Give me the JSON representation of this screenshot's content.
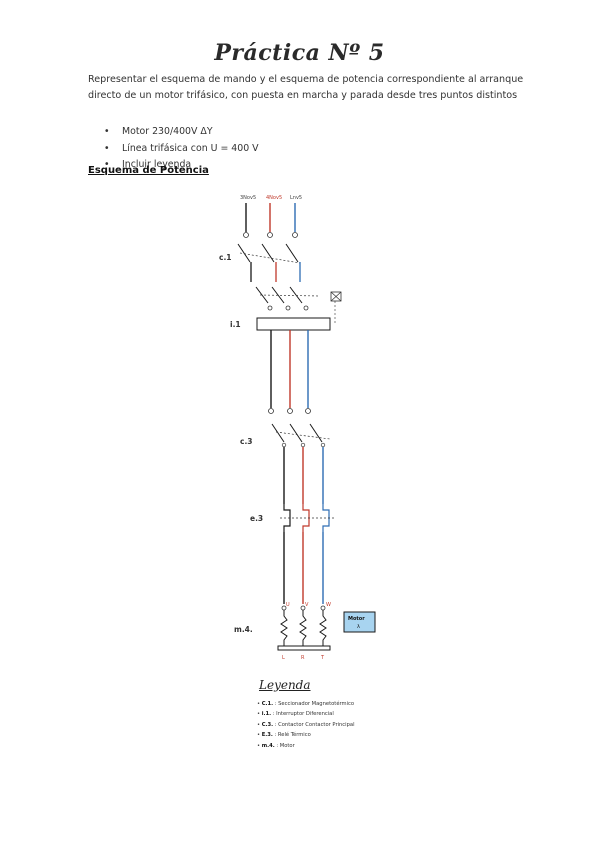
{
  "title": "Práctica Nº 5",
  "intro": "Representar el esquema de mando y el esquema de potencia correspondiente al arranque directo de un motor trifásico, con puesta en marcha y parada desde tres puntos distintos",
  "bullets": [
    "Motor 230/400V ΔY",
    "Línea trifásica con U = 400 V",
    "Incluir leyenda"
  ],
  "section_title": "Esquema de Potencia",
  "diagram": {
    "supply_labels": [
      "3Nov5",
      "4Nov5",
      "Lnv5"
    ],
    "block_labels": {
      "c1": "c.1",
      "i1": "i.1",
      "c3": "c.3",
      "e3": "e.3",
      "m4": "m.4."
    },
    "motor_terminals": [
      "U",
      "V",
      "W"
    ],
    "motor_phases": [
      "L",
      "R",
      "T"
    ],
    "motor_box": [
      "Motor",
      "λ"
    ],
    "colors": {
      "phase1": "#1a1a1a",
      "phase2": "#c0392b",
      "phase3": "#2e6db4",
      "motor_fill": "#a8d4f0"
    }
  },
  "legend": {
    "title": "Leyenda",
    "items": [
      {
        "code": "C.1.",
        "text": ": Seccionador Magnetotérmico"
      },
      {
        "code": "i.1.",
        "text": ": Interruptor Diferencial"
      },
      {
        "code": "C.3.",
        "text": ": Contactor Contactor Principal"
      },
      {
        "code": "E.3.",
        "text": ": Relé Térmico"
      },
      {
        "code": "m.4.",
        "text": ": Motor"
      }
    ]
  }
}
